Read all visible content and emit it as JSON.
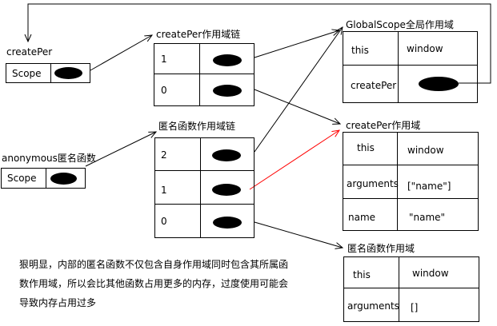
{
  "createPer": {
    "title": "createPer",
    "field": "Scope"
  },
  "anonymous": {
    "title": "anonymous匿名函数",
    "field": "Scope"
  },
  "createPerChain": {
    "title": "createPer作用域链",
    "rows": [
      "1",
      "0"
    ]
  },
  "anonChain": {
    "title": "匿名函数作用域链",
    "rows": [
      "2",
      "1",
      "0"
    ]
  },
  "globalScope": {
    "title": "GlobalScope全局作用域",
    "rows": [
      {
        "key": "this",
        "value": "window"
      },
      {
        "key": "createPer",
        "value": ""
      }
    ]
  },
  "createPerScope": {
    "title": "createPer作用域",
    "rows": [
      {
        "key": "this",
        "value": "window"
      },
      {
        "key": "arguments",
        "value": "[\"name\"]"
      },
      {
        "key": "name",
        "value": "\"name\""
      }
    ]
  },
  "anonScope": {
    "title": "匿名函数作用域",
    "rows": [
      {
        "key": "this",
        "value": "window"
      },
      {
        "key": "arguments",
        "value": "[]"
      }
    ]
  },
  "note": {
    "line1": "狠明显，内部的匿名函数不仅包含自身作用域同时包含其所属函",
    "line2": "数作用域，所以会比其他函数占用更多的内存，过度使用可能会",
    "line3": "导致内存占用过多"
  },
  "colors": {
    "line": "#000000",
    "highlight": "#ff0000"
  }
}
